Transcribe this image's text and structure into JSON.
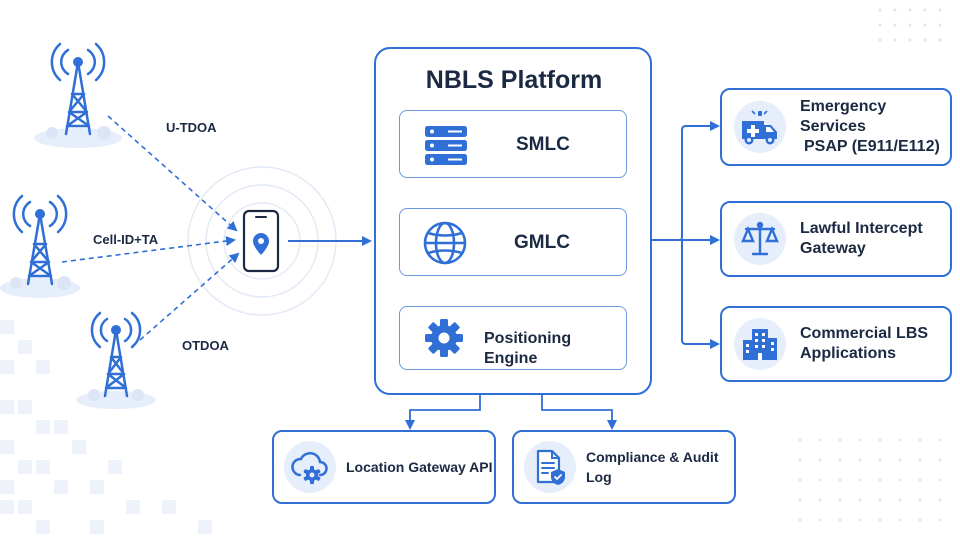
{
  "platform": {
    "title": "NBLS Platform",
    "modules": [
      {
        "label": "SMLC",
        "icon": "server-icon"
      },
      {
        "label": "GMLC",
        "icon": "globe-icon"
      },
      {
        "label": "Positioning Engine",
        "icon": "gear-icon"
      }
    ]
  },
  "towers": [
    {
      "label": "U-TDOA",
      "icon": "cell-tower-icon"
    },
    {
      "label": "Cell-ID+TA",
      "icon": "cell-tower-icon"
    },
    {
      "label": "OTDOA",
      "icon": "cell-tower-icon"
    }
  ],
  "device": {
    "icon": "smartphone-location-icon"
  },
  "outputs": [
    {
      "line1": "Emergency Services",
      "line2": "PSAP (E911/E112)",
      "icon": "ambulance-icon"
    },
    {
      "line1": "Lawful Intercept",
      "line2": "Gateway",
      "icon": "scales-icon"
    },
    {
      "line1": "Commercial LBS",
      "line2": "Applications",
      "icon": "buildings-icon"
    }
  ],
  "bottom": [
    {
      "label": "Location Gateway API",
      "icon": "cloud-gear-icon"
    },
    {
      "label": "Compliance & Audit Log",
      "icon": "document-shield-icon"
    }
  ],
  "colors": {
    "accent": "#2f6fd6",
    "dark": "#1c2942",
    "light": "#e6eefb"
  }
}
